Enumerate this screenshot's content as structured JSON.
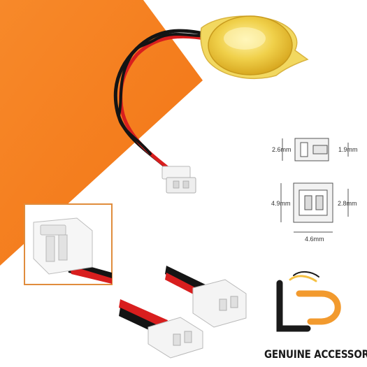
{
  "colors": {
    "background": "#ffffff",
    "accent_orange": "#f58220",
    "wire_red": "#d81e1e",
    "wire_black": "#141414",
    "battery_gold": "#f0d04a",
    "connector_white": "#f4f4f4",
    "logo_orange": "#f29a2e"
  },
  "icons": {
    "battery": "coin-cell-battery-icon",
    "connector": "jst-connector-icon",
    "logo": "lp-logo-icon"
  },
  "dimensions": {
    "top_left": "2.6mm",
    "top_right": "1.9mm",
    "bottom_left": "4.9mm",
    "bottom_right": "2.8mm",
    "bottom_width": "4.6mm"
  },
  "brand": {
    "tagline": "GENUINE ACCESSORIES"
  }
}
